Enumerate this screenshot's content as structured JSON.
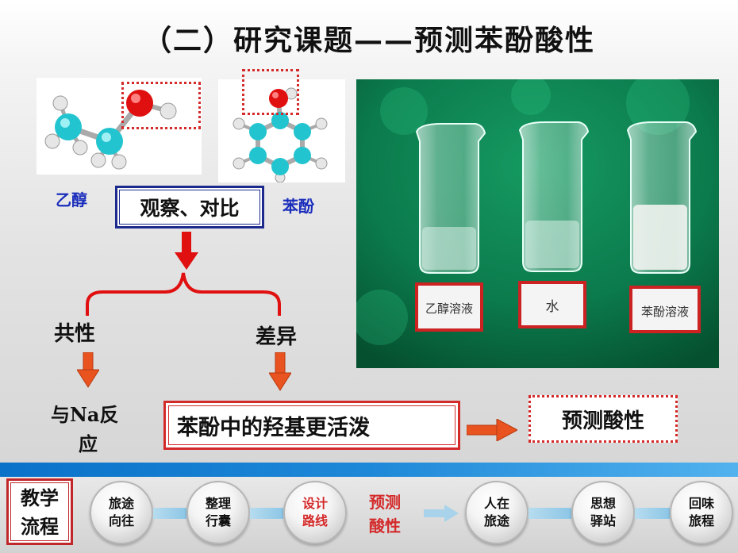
{
  "title": "（二）研究课题——预测苯酚酸性",
  "molecules": {
    "ethanol_label": "乙醇",
    "phenol_label": "苯酚"
  },
  "observe_box": "观察、对比",
  "common": "共性",
  "difference": "差异",
  "common_result_line1": "与Na反",
  "common_result_line2": "应",
  "claim": "苯酚中的羟基更活泼",
  "prediction": "预测酸性",
  "photo": {
    "labels": [
      "乙醇溶液",
      "水",
      "苯酚溶液"
    ]
  },
  "nav": {
    "label_line1": "教学",
    "label_line2": "流程",
    "steps": [
      {
        "line1": "旅途",
        "line2": "向往",
        "active": false
      },
      {
        "line1": "整理",
        "line2": "行囊",
        "active": false
      },
      {
        "line1": "设计",
        "line2": "路线",
        "active": true
      },
      {
        "line1": "预测",
        "line2": "酸性",
        "current": true
      },
      {
        "line1": "人在",
        "line2": "旅途",
        "active": false
      },
      {
        "line1": "思想",
        "line2": "驿站",
        "active": false
      },
      {
        "line1": "回味",
        "line2": "旅程",
        "active": false
      }
    ]
  },
  "colors": {
    "accent_red": "#d42a2a",
    "frame_blue": "#1b2a8c",
    "label_blue": "#1a2dbb",
    "carbon": "#22c4cf",
    "oxygen": "#e01010",
    "bench_green": "#0b7a4c",
    "nav_stripe": "#1e88d8"
  }
}
